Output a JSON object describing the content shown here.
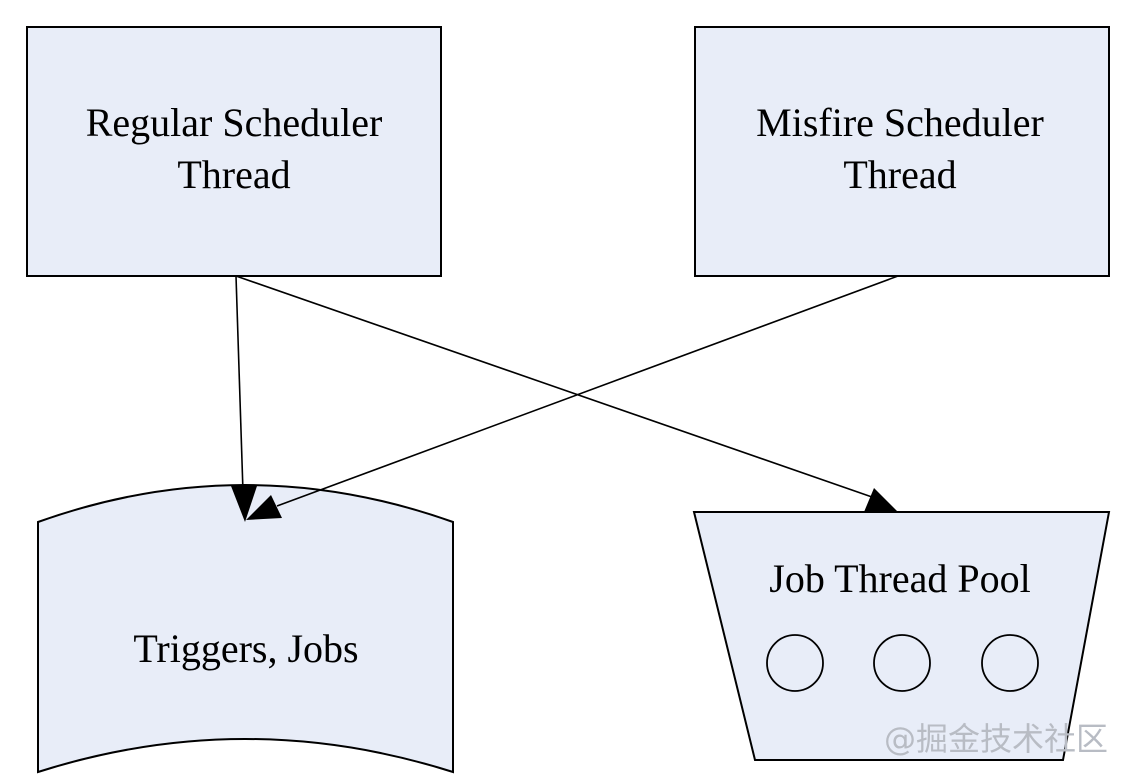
{
  "nodes": {
    "regular_scheduler": {
      "line1": "Regular Scheduler",
      "line2": "Thread"
    },
    "misfire_scheduler": {
      "line1": "Misfire Scheduler",
      "line2": "Thread"
    },
    "store": {
      "label": "Triggers, Jobs"
    },
    "job_pool": {
      "label": "Job Thread Pool",
      "slot_count": 3
    }
  },
  "edges": [
    {
      "from": "regular_scheduler",
      "to": "store"
    },
    {
      "from": "regular_scheduler",
      "to": "job_pool"
    },
    {
      "from": "misfire_scheduler",
      "to": "store"
    }
  ],
  "watermark": "@掘金技术社区",
  "colors": {
    "shape_fill": "#e8edf8",
    "stroke": "#000000",
    "watermark": "#b8bcc4"
  }
}
